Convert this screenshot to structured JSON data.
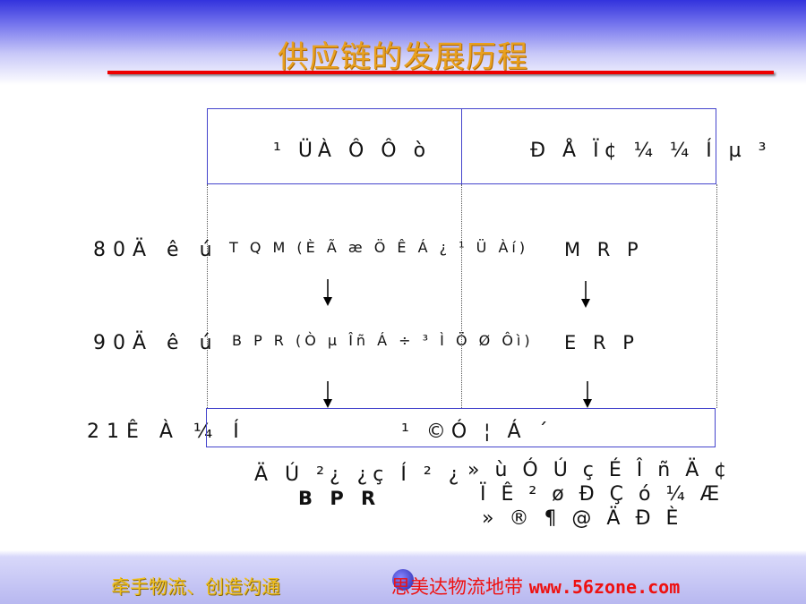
{
  "title": "供应链的发展历程",
  "table": {
    "headers": [
      "¹ ÜÀ Ô Ô ò",
      "Ð Å Ï¢ ¼ ¼ Í µ ³"
    ],
    "rows": [
      {
        "label": "80Ä ê ú",
        "left": "T Q M  (È  Ã æ  Ö Ê  Á ¿  ¹ Ü Àí)",
        "right": "M R P"
      },
      {
        "label": "90Ä ê ú",
        "left": "B P R  (Ò  µ  Îñ  Á ÷  ³ Ì Ö Ø  Ôì)",
        "right": "E R P"
      },
      {
        "label": "21Ê  À ¼ Í",
        "merged": "¹  ©Ó ¦ Á  ´"
      }
    ]
  },
  "notes": {
    "left_line1": "Ä Ú ²¿ ¿ç  Í  ² ¿",
    "left_line2": "B P R",
    "right_line1": "» ù  Ó Ú  ç  É Î  ñ  Ä ¢",
    "right_line2": "Ï  Ê ²  ø  Ð  Ç  ó  ¼  Æ",
    "right_line3": "» ®  ¶  @  Ä  Ð  È"
  },
  "footer": {
    "slogan": "牵手物流、创造沟通",
    "brand": "思美达物流地带 ",
    "url": "www.56zone.com"
  },
  "colors": {
    "title": "#e8a020",
    "rule": "#ee0000",
    "border": "#4444cc",
    "footer_slogan": "#f0c020",
    "footer_brand": "#ee1111"
  }
}
